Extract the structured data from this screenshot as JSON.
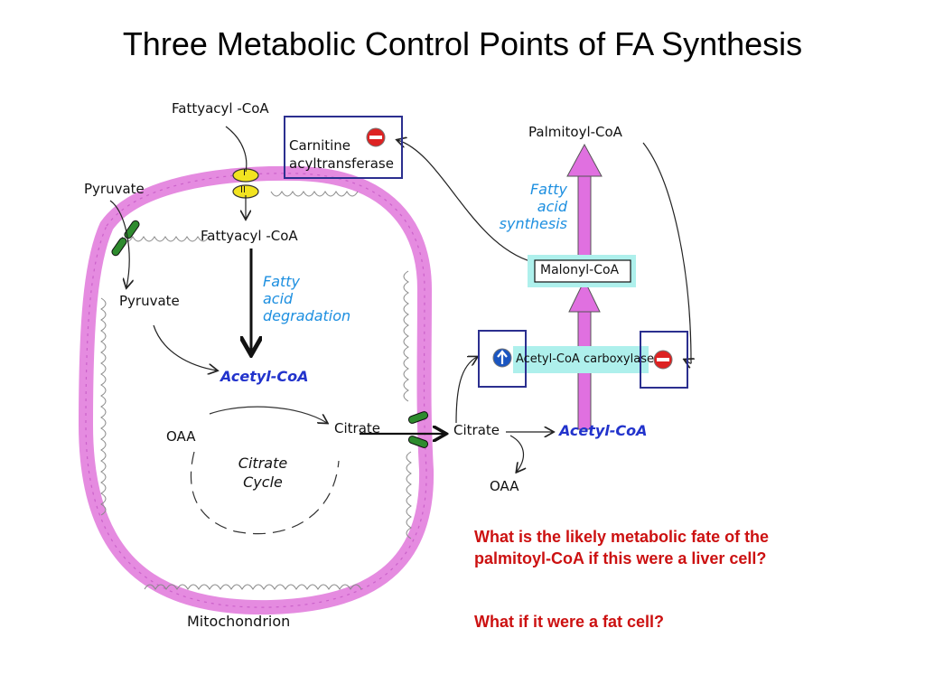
{
  "title": "Three Metabolic Control Points of FA Synthesis",
  "labels": {
    "fattyacyl_coa_top": "Fattyacyl -CoA",
    "fattyacyl_coa_inner": "Fattyacyl -CoA",
    "pyruvate_outer": "Pyruvate",
    "pyruvate_inner": "Pyruvate",
    "fatty_acid_degradation": [
      "Fatty",
      "acid",
      "degradation"
    ],
    "acetyl_coa_inner": "Acetyl-CoA",
    "oaa_inner": "OAA",
    "citrate_inner": "Citrate",
    "citrate_cycle": [
      "Citrate",
      "Cycle"
    ],
    "mitochondrion": "Mitochondrion",
    "carnitine_acyltransferase": [
      "Carnitine",
      "acyltransferase"
    ],
    "palmitoyl_coa": "Palmitoyl-CoA",
    "fatty_acid_synthesis": [
      "Fatty",
      "acid",
      "synthesis"
    ],
    "malonyl_coa": "Malonyl-CoA",
    "acetyl_coa_carboxylase": "Acetyl-CoA carboxylase",
    "citrate_outer": "Citrate",
    "acetyl_coa_outer": "Acetyl-CoA",
    "oaa_outer": "OAA",
    "transporter_one": "I",
    "transporter_two": "II"
  },
  "questions": {
    "q1_line1": "What is the likely metabolic fate of the",
    "q1_line2": "palmitoyl-CoA if this were a liver cell?",
    "q2": "What if it were a fat cell?"
  },
  "colors": {
    "membrane": "#e58be0",
    "arrow_pink": "#e070e0",
    "blue_text": "#1d8fe0",
    "acetyl_blue": "#2233cc",
    "question_red": "#cc1111",
    "box_navy": "#2b2f8f",
    "inhibit_red": "#dd2222",
    "activate_blue": "#1a55c0",
    "highlight_cyan": "#aef0ec",
    "transporter_green": "#2e8b2e",
    "transporter_yellow": "#f2e320"
  },
  "icons": {
    "inhibit": "minus-circle-icon",
    "activate": "up-arrow-circle-icon"
  }
}
